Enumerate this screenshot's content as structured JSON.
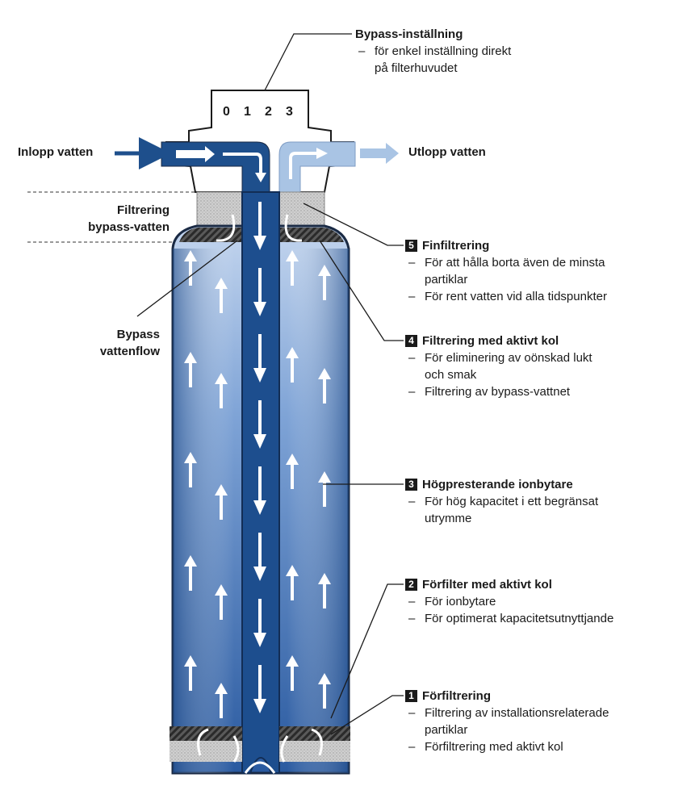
{
  "bypass_setting": {
    "title": "Bypass-inställning",
    "notes": [
      "för enkel inställning direkt",
      "på filterhuvudet"
    ],
    "dial_values": [
      "0",
      "1",
      "2",
      "3"
    ]
  },
  "inlet_label": "Inlopp vatten",
  "outlet_label": "Utlopp vatten",
  "bypass_filtering_label": [
    "Filtrering",
    "bypass-vatten"
  ],
  "bypass_flow_label": [
    "Bypass",
    "vattenflow"
  ],
  "stages": [
    {
      "number": "5",
      "title": "Finfiltrering",
      "notes": [
        "För att hålla borta även de minsta",
        "partiklar",
        "För rent vatten vid alla tidspunkter"
      ]
    },
    {
      "number": "4",
      "title": "Filtrering med aktivt kol",
      "notes": [
        "För eliminering av oönskad lukt",
        "och smak",
        "Filtrering av bypass-vattnet"
      ]
    },
    {
      "number": "3",
      "title": "Högpresterande ionbytare",
      "notes": [
        "För hög kapacitet i ett begränsat",
        "utrymme"
      ]
    },
    {
      "number": "2",
      "title": "Förfilter med aktivt kol",
      "notes": [
        "För ionbytare",
        "För optimerat kapacitetsutnyttjande"
      ]
    },
    {
      "number": "1",
      "title": "Förfiltrering",
      "notes": [
        "Filtrering av installationsrelaterade",
        "partiklar",
        "Förfiltrering med aktivt kol"
      ]
    }
  ],
  "colors": {
    "dark_blue": "#1e4f8c",
    "mid_blue": "#3f72b5",
    "light_blue": "#a9c4e4",
    "outline": "#1a2a44"
  }
}
